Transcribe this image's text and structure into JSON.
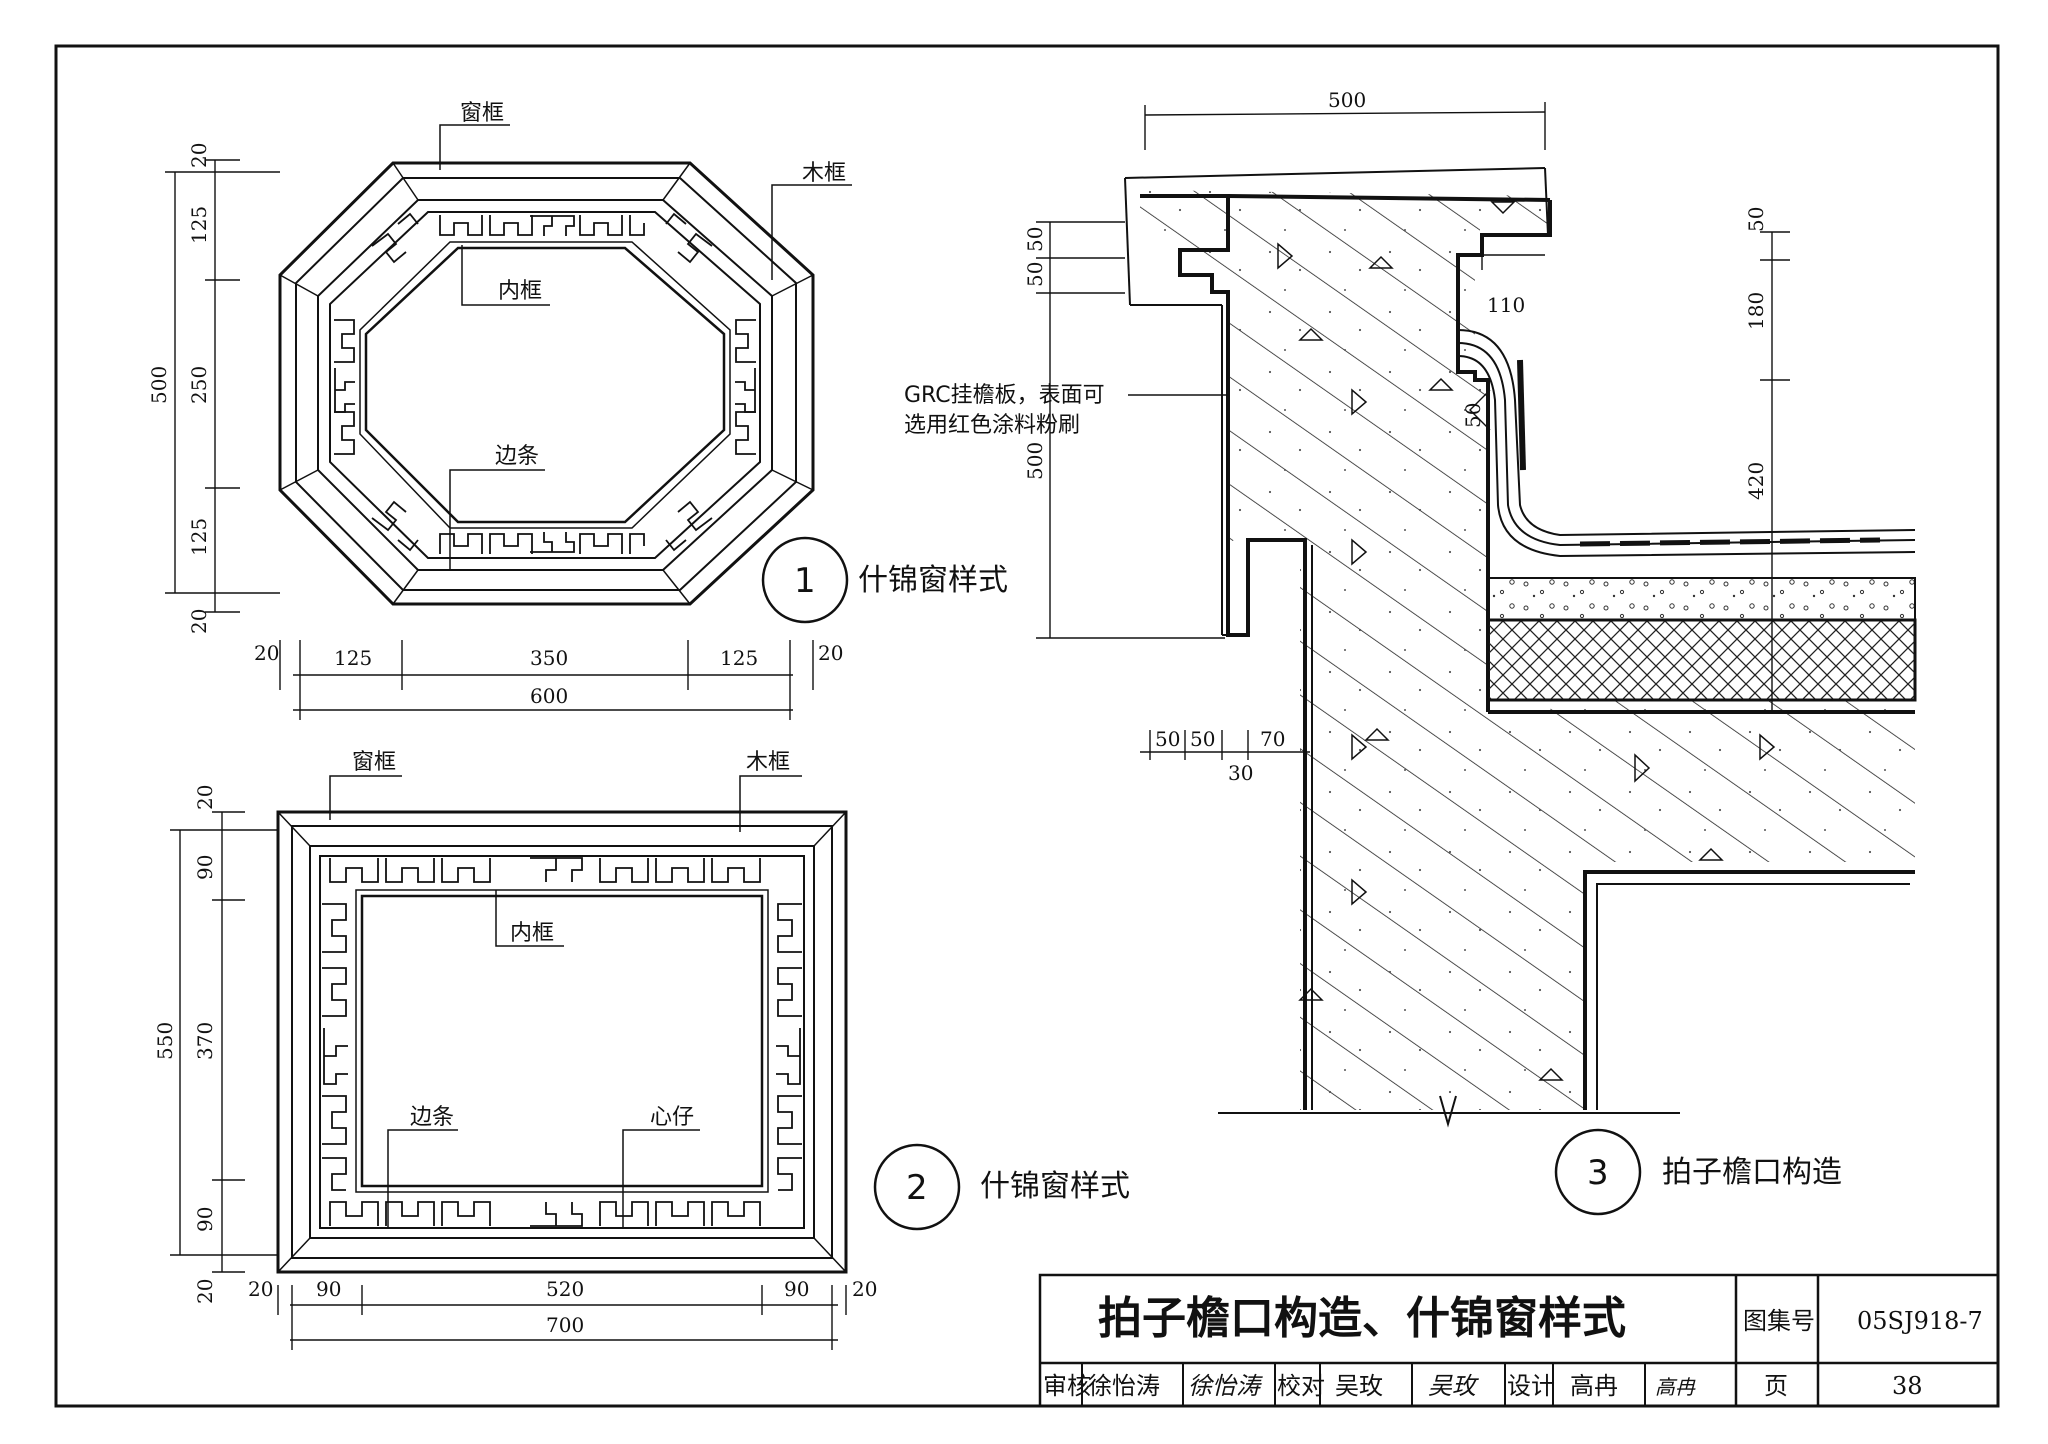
{
  "drawing_title": "拍子檐口构造、什锦窗样式",
  "title_block": {
    "atlas_label": "图集号",
    "atlas_number": "05SJ918-7",
    "audit_label": "审核",
    "audit_name": "徐怡涛",
    "audit_signature": "徐怡涛",
    "check_label": "校对",
    "check_name": "吴玫",
    "check_signature": "吴玫",
    "design_label": "设计",
    "design_name": "高冉",
    "design_signature": "高冉",
    "page_label": "页",
    "page_number": "38"
  },
  "detail1": {
    "number": "1",
    "caption": "什锦窗样式",
    "labels": {
      "window_frame": "窗框",
      "wood_frame": "木框",
      "inner_frame": "内框",
      "edge_strip": "边条"
    },
    "dims_vertical": [
      "20",
      "125",
      "250",
      "125",
      "20"
    ],
    "dim_vertical_total": "500",
    "dims_horizontal": [
      "20",
      "125",
      "350",
      "125",
      "20"
    ],
    "dim_horizontal_total": "600"
  },
  "detail2": {
    "number": "2",
    "caption": "什锦窗样式",
    "labels": {
      "window_frame": "窗框",
      "wood_frame": "木框",
      "inner_frame": "内框",
      "edge_strip": "边条",
      "core": "心仔"
    },
    "dims_vertical": [
      "20",
      "90",
      "370",
      "90",
      "20"
    ],
    "dim_vertical_total": "550",
    "dims_horizontal": [
      "20",
      "90",
      "520",
      "90",
      "20"
    ],
    "dim_horizontal_total": "700"
  },
  "detail3": {
    "number": "3",
    "caption": "拍子檐口构造",
    "note_line1": "GRC挂檐板，表面可",
    "note_line2": "选用红色涂料粉刷",
    "dim_top": "500",
    "dims_left": [
      "50",
      "50",
      "500"
    ],
    "dims_right": [
      "50",
      "180",
      "420"
    ],
    "dim_110": "110",
    "dim_50_inner": "50",
    "dims_bottom": [
      "50",
      "50",
      "70",
      "30"
    ]
  }
}
